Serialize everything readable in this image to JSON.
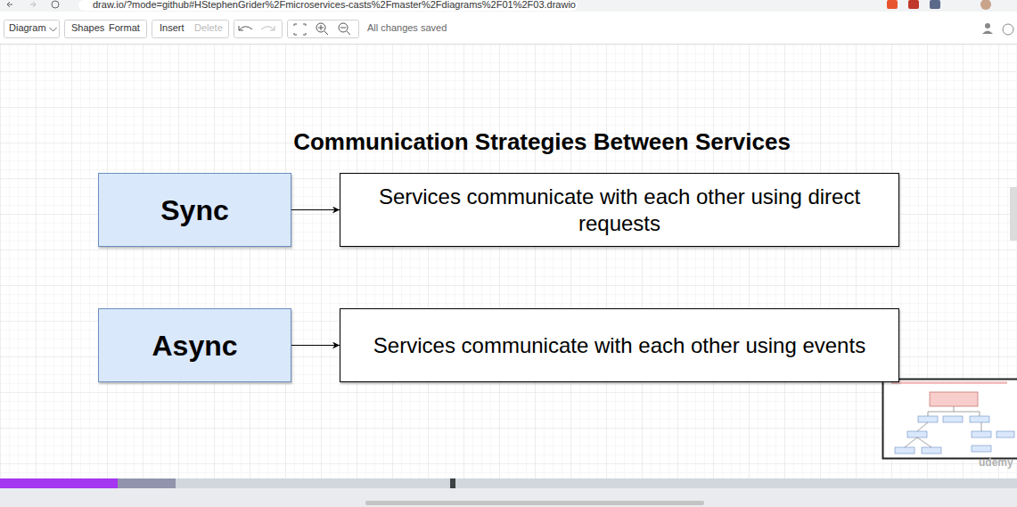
{
  "diagram": {
    "title": "Communication Strategies Between Services",
    "nodes": [
      {
        "text": [
          "Sync"
        ]
      },
      {
        "text": [
          "Services communicate with each other using direct requests"
        ]
      },
      {
        "text": [
          "Async"
        ]
      },
      {
        "text": [
          "Services communicate with each other using events"
        ]
      }
    ],
    "edges": [
      {
        "from": 0,
        "to": 1,
        "arrow": "to"
      },
      {
        "from": 2,
        "to": 3,
        "arrow": "to"
      }
    ],
    "labels": [
      "draw.io/?mode=github#HStephenGrider%2Fmicroservices-casts%2Fmaster%2Fdiagrams%2F01%2F03.drawio",
      "Diagram",
      "Shapes",
      "Format",
      "Insert",
      "Delete",
      "All changes saved",
      "udemy"
    ]
  }
}
